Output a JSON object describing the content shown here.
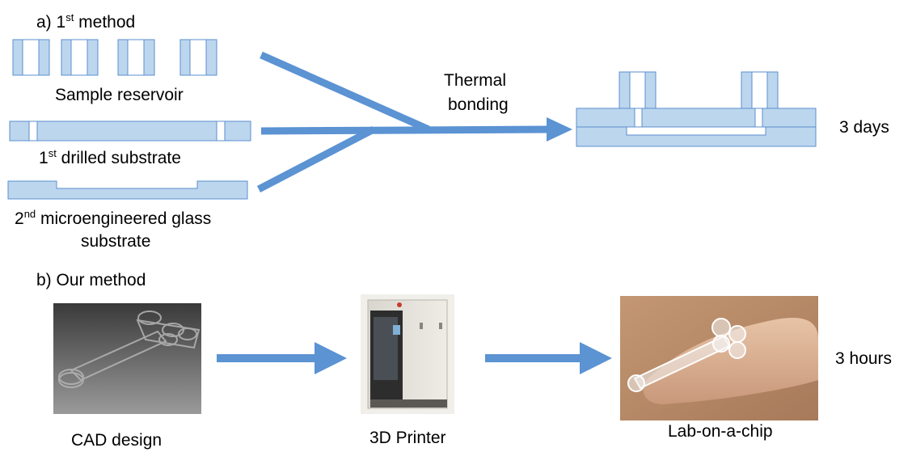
{
  "colors": {
    "part_fill": "#bcd6ee",
    "part_stroke": "#5b8fcf",
    "arrow": "#5b93d3"
  },
  "section_a": {
    "label_prefix": "a) 1",
    "label_sup": "st",
    "label_suffix": " method",
    "reservoir_label": "Sample reservoir",
    "drilled_prefix": "1",
    "drilled_sup": "st",
    "drilled_suffix": "  drilled substrate",
    "glass_prefix": "2",
    "glass_sup": "nd",
    "glass_suffix": "  microengineered glass",
    "glass_line2": "substrate",
    "process_line1": "Thermal",
    "process_line2": "bonding",
    "duration": "3 days"
  },
  "section_b": {
    "label": "b) Our method",
    "cad_label": "CAD design",
    "printer_label": "3D Printer",
    "chip_label": "Lab-on-a-chip",
    "duration": "3 hours"
  }
}
